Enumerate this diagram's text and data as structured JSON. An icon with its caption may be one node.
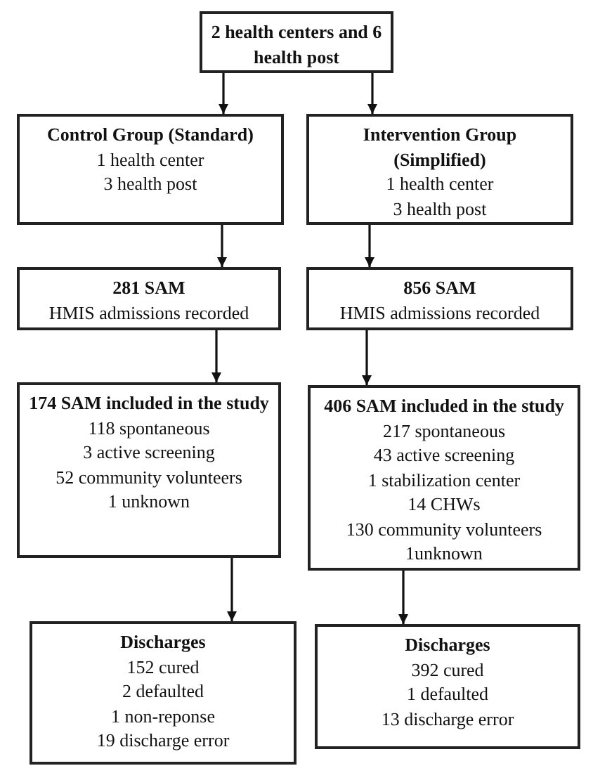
{
  "diagram": {
    "nodes": [
      {
        "text": [
          "2 health centers and 6 health post"
        ]
      },
      {
        "text": [
          "Control Group (Standard)",
          "1 health center",
          "3 health post"
        ]
      },
      {
        "text": [
          "Intervention Group (Simplified)",
          "1 health center",
          "3 health post"
        ]
      },
      {
        "text": [
          "281 SAM",
          "HMIS admissions recorded"
        ]
      },
      {
        "text": [
          "856 SAM",
          "HMIS admissions recorded"
        ]
      },
      {
        "text": [
          "174 SAM included in the study",
          "118 spontaneous",
          "3 active screening",
          "52 community volunteers",
          "1 unknown"
        ]
      },
      {
        "text": [
          "406 SAM included in the study",
          "217 spontaneous",
          "43 active screening",
          "1 stabilization center",
          "14 CHWs",
          "130 community volunteers",
          "1unknown"
        ]
      },
      {
        "text": [
          "Discharges",
          "152 cured",
          "2 defaulted",
          "1 non-reponse",
          "19 discharge error"
        ]
      },
      {
        "text": [
          "Discharges",
          "392 cured",
          "1 defaulted",
          "13 discharge error"
        ]
      }
    ],
    "edges": [
      {
        "from": 0,
        "to": 1,
        "arrow": "to"
      },
      {
        "from": 0,
        "to": 2,
        "arrow": "to"
      },
      {
        "from": 1,
        "to": 3,
        "arrow": "to"
      },
      {
        "from": 2,
        "to": 4,
        "arrow": "to"
      },
      {
        "from": 3,
        "to": 5,
        "arrow": "to"
      },
      {
        "from": 4,
        "to": 6,
        "arrow": "to"
      },
      {
        "from": 5,
        "to": 7,
        "arrow": "to"
      },
      {
        "from": 6,
        "to": 8,
        "arrow": "to"
      }
    ]
  }
}
